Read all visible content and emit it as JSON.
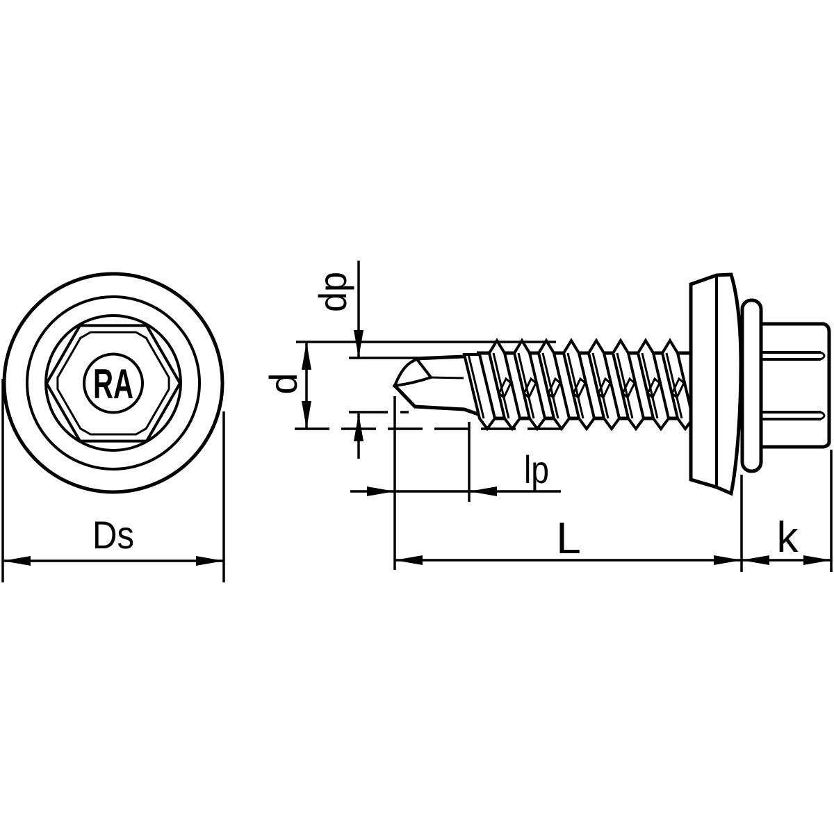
{
  "drawing": {
    "background_color": "#ffffff",
    "line_color": "#000000",
    "head_marking": "RA",
    "dimensions": {
      "washer_diameter": "Ds",
      "drill_point_diameter": "dp",
      "thread_diameter": "d",
      "drill_point_length": "lp",
      "screw_length": "L",
      "head_height": "k"
    }
  }
}
